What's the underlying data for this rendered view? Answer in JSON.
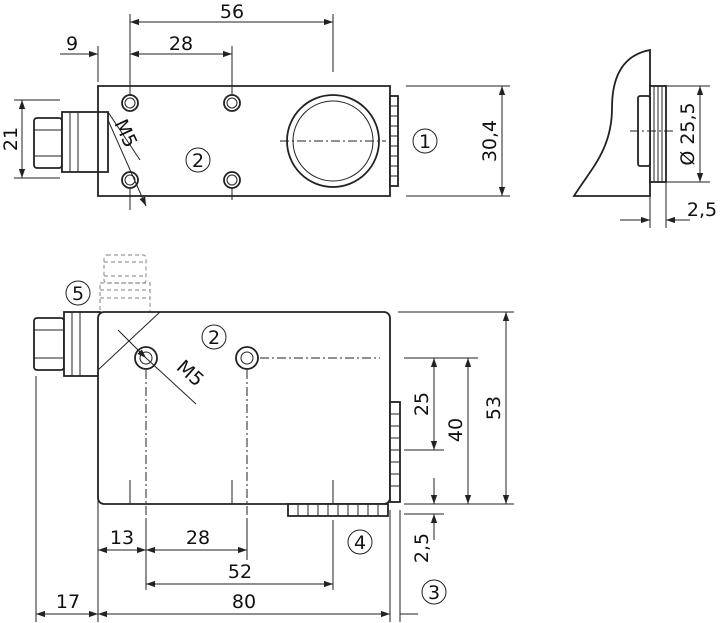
{
  "dimensions_top": {
    "d56": "56",
    "d28": "28",
    "d9": "9",
    "d21": "21",
    "d30_4": "30,4",
    "thread": "M5"
  },
  "dimensions_side": {
    "diam": "Ø 25,5",
    "d2_5": "2,5"
  },
  "dimensions_front": {
    "thread": "M5",
    "d25": "25",
    "d40": "40",
    "d53": "53",
    "d13": "13",
    "d28": "28",
    "d52": "52",
    "d2_5": "2,5",
    "d17": "17",
    "d80": "80"
  },
  "callouts": {
    "c1": "1",
    "c2": "2",
    "c3": "3",
    "c4": "4",
    "c5": "5"
  }
}
